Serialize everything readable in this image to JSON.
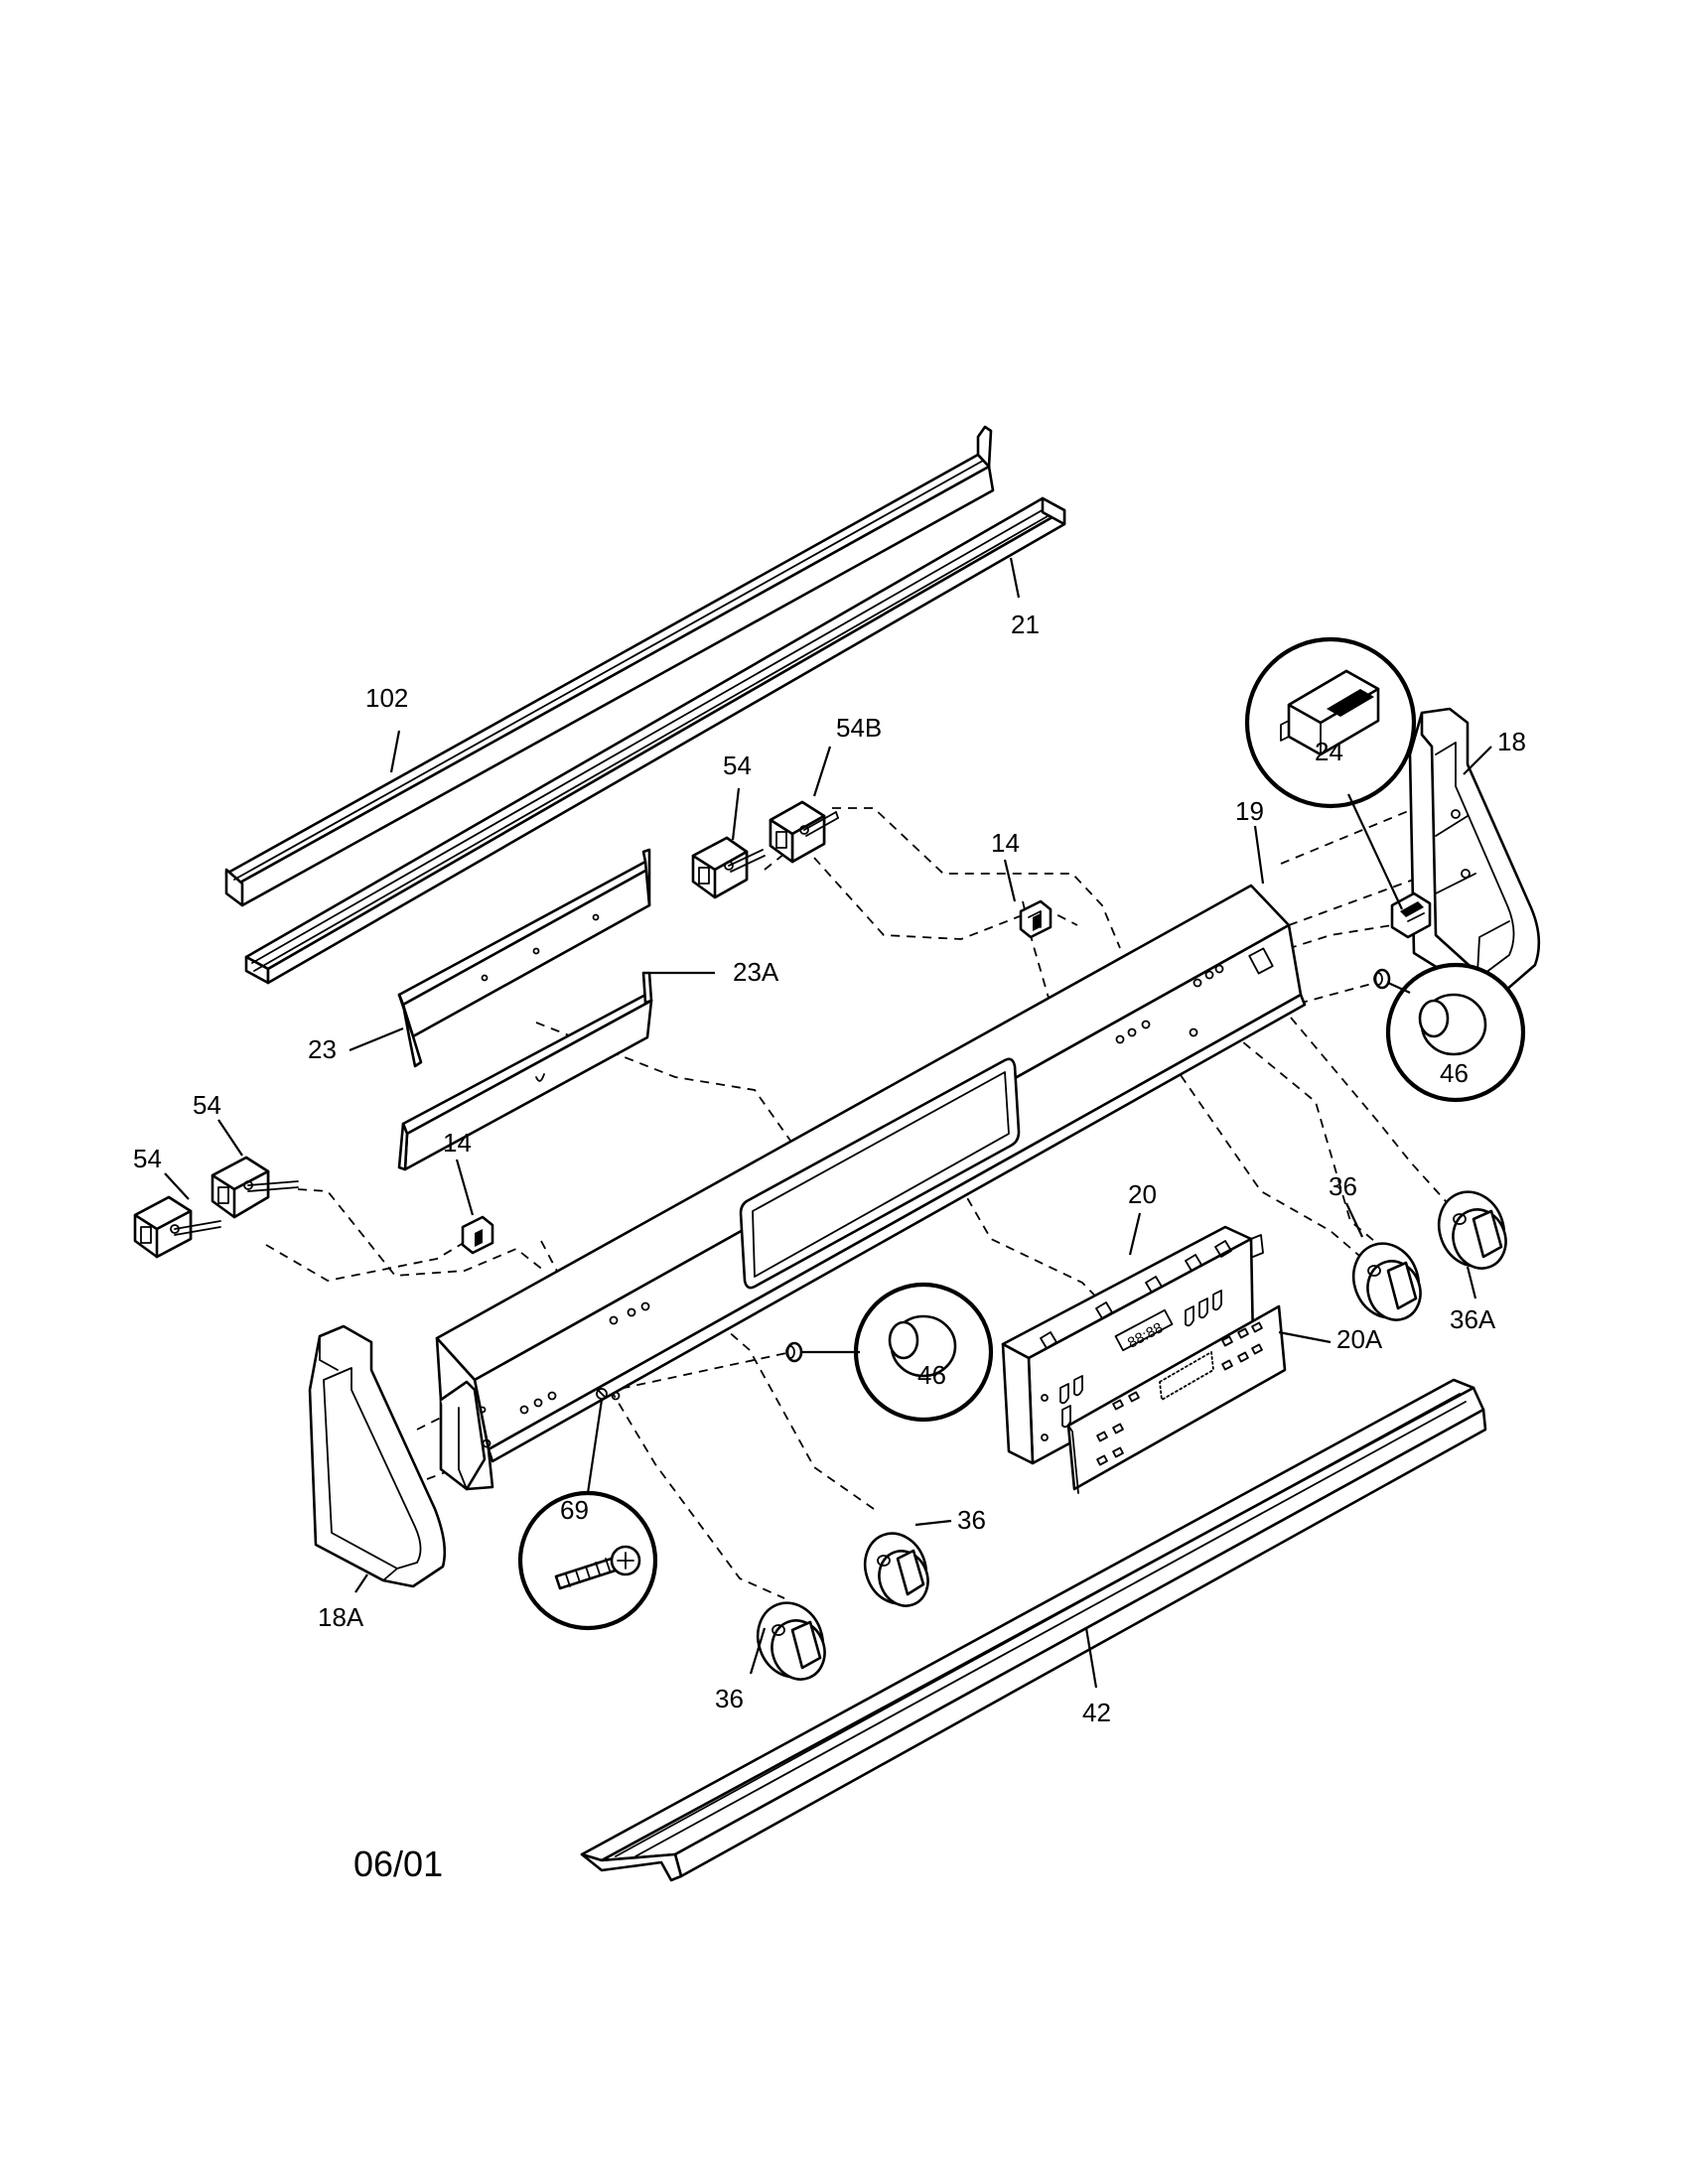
{
  "diagram": {
    "date_code": "06/01",
    "labels": {
      "p102": "102",
      "p21": "21",
      "p54_top": "54",
      "p54b": "54B",
      "p14_top": "14",
      "p19": "19",
      "p24": "24",
      "p18": "18",
      "p23": "23",
      "p23a": "23A",
      "p46_right": "46",
      "p54_left1": "54",
      "p54_left2": "54",
      "p14_left": "14",
      "p20": "20",
      "p36_right": "36",
      "p36a": "36A",
      "p20a": "20A",
      "p46_center": "46",
      "p69": "69",
      "p36_center": "36",
      "p18a": "18A",
      "p36_bottom": "36",
      "p42": "42"
    },
    "display_digits": "88:88"
  }
}
